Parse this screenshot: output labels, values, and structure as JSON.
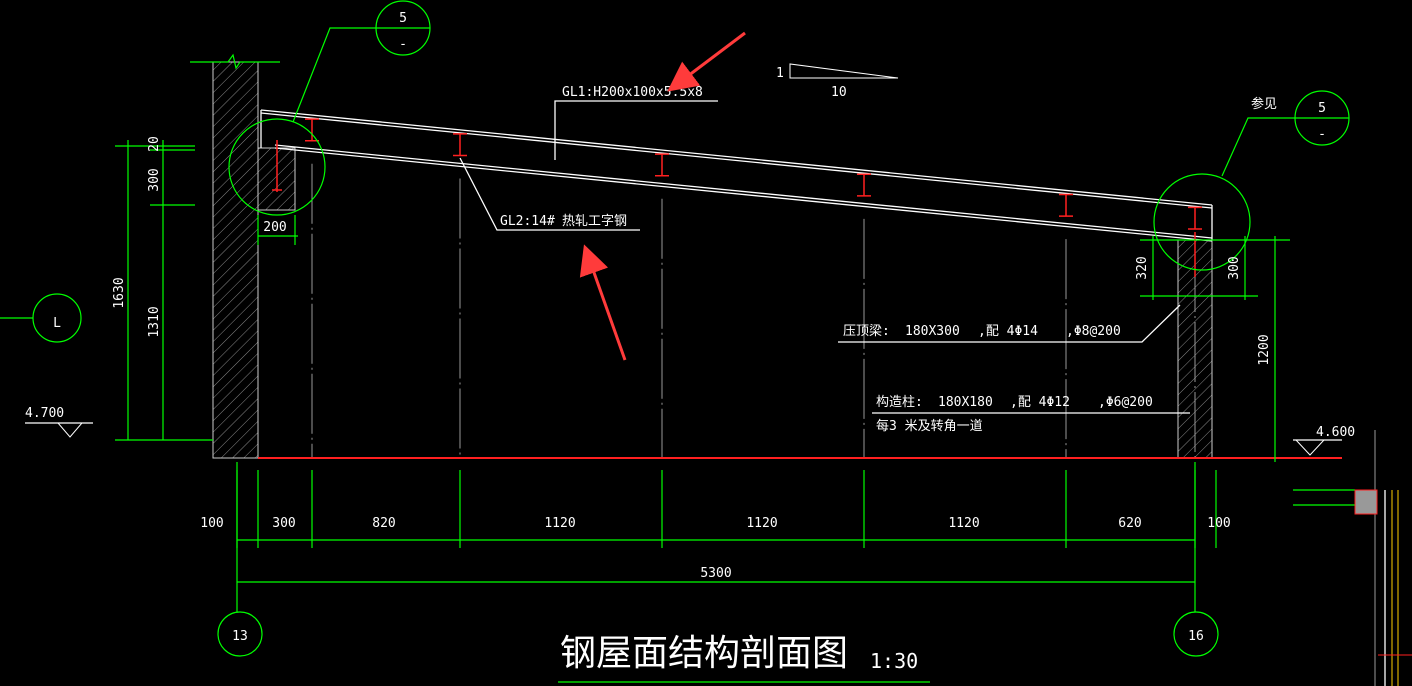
{
  "title": {
    "main": "钢屋面结构剖面图",
    "scale": "1:30"
  },
  "beams": {
    "gl1": "GL1:H200x100x5.5x8",
    "gl2": "GL2:14#",
    "gl2_desc": "热轧工字钢"
  },
  "slope": {
    "rise": "1",
    "run": "10"
  },
  "callouts": {
    "left_detail_num": "5",
    "left_detail_sheet": "-",
    "right_ref": "参见",
    "right_detail_num": "5",
    "right_detail_sheet": "-"
  },
  "axes": {
    "left": "13",
    "right": "16",
    "row": "L"
  },
  "elevations": {
    "left": "4.700",
    "right": "4.600"
  },
  "notes": {
    "coping_beam": [
      "压顶梁:",
      "180X300",
      ",配 4Φ14",
      ",Φ8@200"
    ],
    "column": [
      "构造柱:",
      "180X180",
      ",配 4Φ12",
      ",Φ6@200"
    ],
    "column_note": "每3 米及转角一道"
  },
  "dims": {
    "bottom": [
      "100",
      "300",
      "820",
      "1120",
      "1120",
      "1120",
      "620",
      "100"
    ],
    "total": "5300",
    "left": {
      "d20": "20",
      "d300": "300",
      "d1310": "1310",
      "d1630": "1630",
      "d200": "200"
    },
    "right": {
      "d320": "320",
      "d300": "300",
      "d1200": "1200"
    }
  },
  "colors": {
    "line": "#00ff00",
    "steel": "#ff2020",
    "annotation_arrow": "#ff3b3b",
    "background": "#000000"
  }
}
